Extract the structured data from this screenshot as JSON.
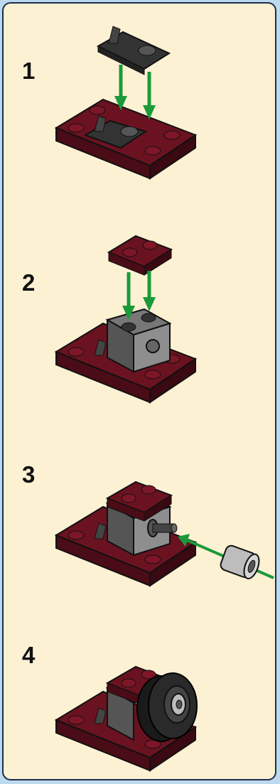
{
  "steps": [
    {
      "number": "1"
    },
    {
      "number": "2"
    },
    {
      "number": "3"
    },
    {
      "number": "4"
    }
  ],
  "colors": {
    "background": "#fdf1d3",
    "border": "#1b2f4e",
    "brick_red": "#6b1220",
    "brick_dark": "#2a2a2a",
    "brick_gray": "#8e8e8e",
    "arrow": "#1a9a3a"
  }
}
